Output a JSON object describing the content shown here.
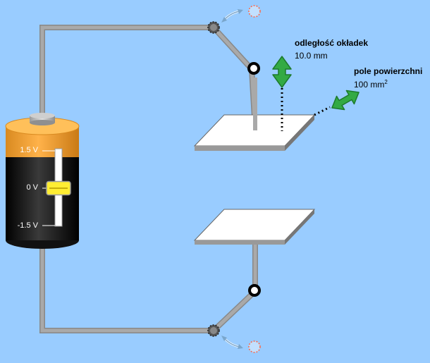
{
  "plate_separation": {
    "label": "odległość okładek",
    "value": "10.0 mm"
  },
  "plate_area": {
    "label": "pole powierzchni",
    "value": "100 mm",
    "unit_sup": "2"
  },
  "battery": {
    "tick_labels": [
      "1.5 V",
      "0 V",
      "-1.5 V"
    ],
    "voltage_level": 0.5
  },
  "icons": {
    "separation_handle": "double-arrow-vertical",
    "area_handle": "double-arrow-diagonal",
    "top_switch_toggle": "curved-double-arrow",
    "bottom_switch_toggle": "curved-double-arrow"
  },
  "colors": {
    "background": "#99ccff",
    "wire": "#a6a6a6",
    "battery_top": "#f5a030",
    "battery_bottom": "#1a1a1a",
    "arrow_green": "#33aa44",
    "slider_knob": "#ffee33"
  }
}
